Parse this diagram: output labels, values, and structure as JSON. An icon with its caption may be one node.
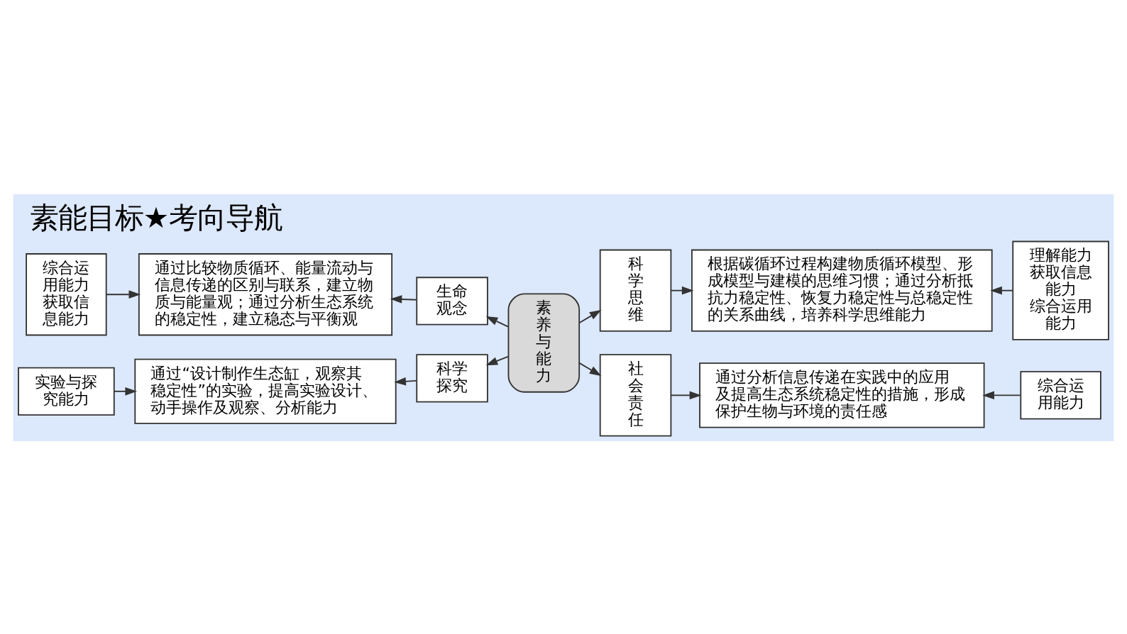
{
  "diagram": {
    "title": "素能目标★考向导航",
    "nodes": [
      {
        "text": [
          "综合运用能力",
          "获取信息能力"
        ]
      },
      {
        "text": [
          "通过比较物质循环、能量流动与信息传递的区别与联系，建立物质与能量观；通过分析生态系统的稳定性，建立稳态与平衡观"
        ]
      },
      {
        "text": [
          "生命观念"
        ]
      },
      {
        "text": [
          "素养与能力"
        ]
      },
      {
        "text": [
          "科学思维"
        ]
      },
      {
        "text": [
          "根据碳循环过程构建物质循环模型、形成模型与建模的思维习惯；通过分析抵抗力稳定性、恢复力稳定性与总稳定性的关系曲线，培养科学思维能力"
        ]
      },
      {
        "text": [
          "理解能力",
          "获取信息能力",
          "综合运用能力"
        ]
      },
      {
        "text": [
          "实验与探究能力"
        ]
      },
      {
        "text": [
          "通过“设计制作生态缸，观察其稳定性”的实验，提高实验设计、动手操作及观察、分析能力"
        ]
      },
      {
        "text": [
          "科学探究"
        ]
      },
      {
        "text": [
          "社会责任"
        ]
      },
      {
        "text": [
          "通过分析信息传递在实践中的应用及提高生态系统稳定性的措施，形成保护生物与环境的责任感"
        ]
      },
      {
        "text": [
          "综合运用能力"
        ]
      }
    ],
    "edges": [
      {
        "from": 3,
        "to": 2,
        "arrow": "to"
      },
      {
        "from": 2,
        "to": 1,
        "arrow": "to"
      },
      {
        "from": 0,
        "to": 1,
        "arrow": "to"
      },
      {
        "from": 3,
        "to": 4,
        "arrow": "to"
      },
      {
        "from": 4,
        "to": 5,
        "arrow": "to"
      },
      {
        "from": 6,
        "to": 5,
        "arrow": "to"
      },
      {
        "from": 3,
        "to": 9,
        "arrow": "to"
      },
      {
        "from": 9,
        "to": 8,
        "arrow": "to"
      },
      {
        "from": 7,
        "to": 8,
        "arrow": "to"
      },
      {
        "from": 3,
        "to": 10,
        "arrow": "to"
      },
      {
        "from": 10,
        "to": 11,
        "arrow": "to"
      },
      {
        "from": 12,
        "to": 11,
        "arrow": "to"
      }
    ]
  }
}
